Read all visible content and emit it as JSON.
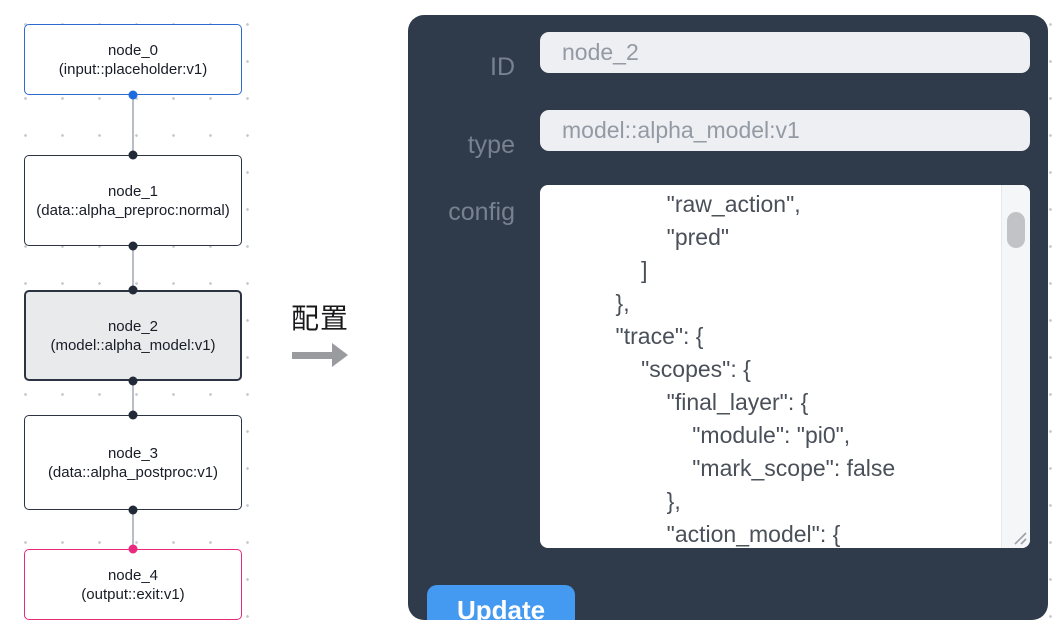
{
  "canvas": {
    "nodes": [
      {
        "label": "node_0",
        "sublabel": "(input::placeholder:v1)",
        "state": "input"
      },
      {
        "label": "node_1",
        "sublabel": "(data::alpha_preproc:normal)",
        "state": "default"
      },
      {
        "label": "node_2",
        "sublabel": "(model::alpha_model:v1)",
        "state": "selected"
      },
      {
        "label": "node_3",
        "sublabel": "(data::alpha_postproc:v1)",
        "state": "default"
      },
      {
        "label": "node_4",
        "sublabel": "(output::exit:v1)",
        "state": "output"
      }
    ],
    "colors": {
      "input_accent": "#2e6bd0",
      "output_accent": "#e82a7c",
      "node_border": "#2c3443",
      "selected_bg": "#e9eaec",
      "edge": "#b9bdc4"
    }
  },
  "annotation": {
    "label": "配置"
  },
  "panel": {
    "bg": "#2f3a4b",
    "fields": [
      {
        "label": "ID",
        "value": "node_2"
      },
      {
        "label": "type",
        "value": "model::alpha_model:v1"
      }
    ],
    "config": {
      "label": "config",
      "visible_text": "            \"raw_action\",\n            \"pred\"\n        ]\n    },\n    \"trace\": {\n        \"scopes\": {\n            \"final_layer\": {\n                \"module\": \"pi0\",\n                \"mark_scope\": false\n            },\n            \"action_model\": {"
    },
    "update_button": {
      "label": "Update",
      "bg": "#4499f0"
    }
  }
}
